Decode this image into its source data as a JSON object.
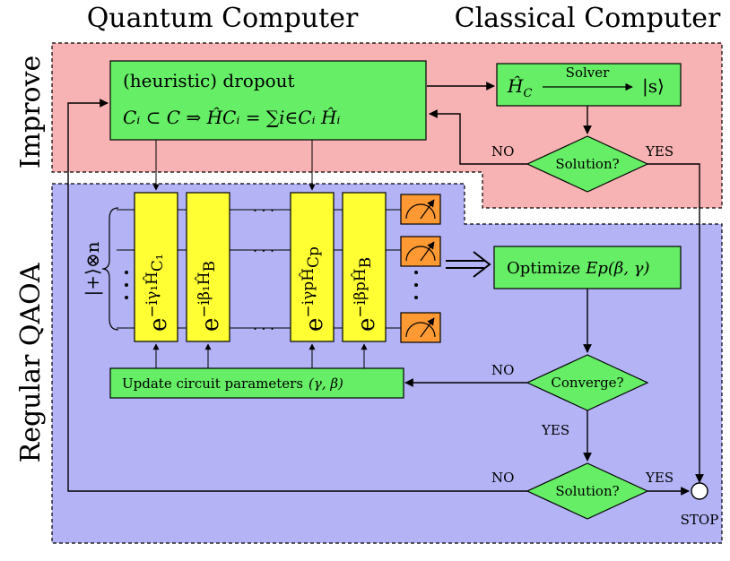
{
  "headers": {
    "quantum": "Quantum Computer",
    "classical": "Classical Computer"
  },
  "regions": {
    "improve": "Improve",
    "regular": "Regular QAOA"
  },
  "dropout": {
    "line1": "(heuristic) dropout",
    "line2": "Cᵢ ⊂ C ⇒ ĤCᵢ = ∑i∈Cᵢ Ĥᵢ"
  },
  "solver": {
    "h": "Ĥ",
    "h_sub": "C",
    "label": "Solver",
    "state": "|s⟩"
  },
  "decisions": {
    "solution_top": "Solution?",
    "converge": "Converge?",
    "solution_bottom": "Solution?"
  },
  "branches": {
    "no": "NO",
    "yes": "YES"
  },
  "optimize": {
    "label": "Optimize",
    "expr": "Ep(β, γ)"
  },
  "update": {
    "label": "Update circuit parameters",
    "expr": "(γ, β)"
  },
  "gates": [
    {
      "main": "e",
      "exp": "−iγ₁Ĥ",
      "sub": "C₁"
    },
    {
      "main": "e",
      "exp": "−iβ₁Ĥ",
      "sub": "B"
    },
    {
      "main": "e",
      "exp": "−iγpĤ",
      "sub": "Cp"
    },
    {
      "main": "e",
      "exp": "−iβpĤ",
      "sub": "B"
    }
  ],
  "state_label": "|+⟩⊗n",
  "ellipsis": "· · ·",
  "stop": "STOP",
  "colors": {
    "improve_bg": "#f7b3b3",
    "qaoa_bg": "#b3b3f5",
    "green": "#66ee66",
    "yellow": "#ffff33",
    "orange": "#ff9933"
  }
}
